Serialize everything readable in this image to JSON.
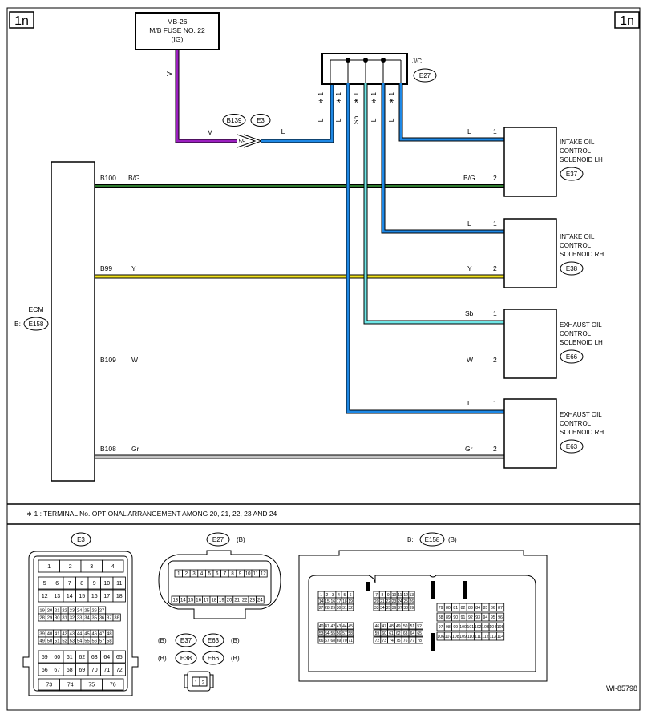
{
  "page": {
    "corner_left": "1n",
    "corner_right": "1n",
    "diagram_id": "WI-85798"
  },
  "fuse": {
    "line1": "MB-26",
    "line2": "M/B FUSE NO. 22",
    "line3": "(IG)"
  },
  "connectors": {
    "b139": "B139",
    "e3": "E3",
    "pin59": "59",
    "jc_label": "J/C",
    "jc_id": "E27"
  },
  "wires": {
    "v_vert": "V",
    "v_horiz": "V",
    "l_after_b139": "L",
    "star1": "∗ 1",
    "jc_colors": [
      "L",
      "L",
      "Sb",
      "L",
      "L"
    ]
  },
  "ecm": {
    "label": "ECM",
    "connector_prefix": "B:",
    "connector_id": "E158",
    "rows": [
      {
        "pin": "B100",
        "color": "B/G"
      },
      {
        "pin": "B99",
        "color": "Y"
      },
      {
        "pin": "B109",
        "color": "W"
      },
      {
        "pin": "B108",
        "color": "Gr"
      }
    ]
  },
  "solenoids": [
    {
      "name1": "INTAKE OIL",
      "name2": "CONTROL",
      "name3": "SOLENOID LH",
      "id": "E37",
      "pin1_color": "L",
      "pin1": "1",
      "pin2_color": "B/G",
      "pin2": "2"
    },
    {
      "name1": "INTAKE OIL",
      "name2": "CONTROL",
      "name3": "SOLENOID RH",
      "id": "E38",
      "pin1_color": "L",
      "pin1": "1",
      "pin2_color": "Y",
      "pin2": "2"
    },
    {
      "name1": "EXHAUST OIL",
      "name2": "CONTROL",
      "name3": "SOLENOID LH",
      "id": "E66",
      "pin1_color": "Sb",
      "pin1": "1",
      "pin2_color": "W",
      "pin2": "2"
    },
    {
      "name1": "EXHAUST OIL",
      "name2": "CONTROL",
      "name3": "SOLENOID RH",
      "id": "E63",
      "pin1_color": "L",
      "pin1": "1",
      "pin2_color": "Gr",
      "pin2": "2"
    }
  ],
  "footnote": "∗ 1  : TERMINAL No. OPTIONAL ARRANGEMENT AMONG 20, 21, 22, 23 AND 24",
  "views": {
    "e3": {
      "id": "E3"
    },
    "e27": {
      "id": "E27",
      "suffix": "(B)"
    },
    "e158": {
      "prefix": "B:",
      "id": "E158",
      "suffix": "(B)"
    },
    "small": {
      "row1": {
        "left": "(B)",
        "a": "E37",
        "b": "E63",
        "right": "(B)"
      },
      "row2": {
        "left": "(B)",
        "a": "E38",
        "b": "E66",
        "right": "(B)"
      }
    }
  },
  "colors": {
    "V": "#9b1fbf",
    "L": "#1e88e5",
    "Sb": "#6fe6e6",
    "Y": "#f2e21d",
    "BG": "#2f7a2f",
    "Gr": "#c4c4c4"
  }
}
